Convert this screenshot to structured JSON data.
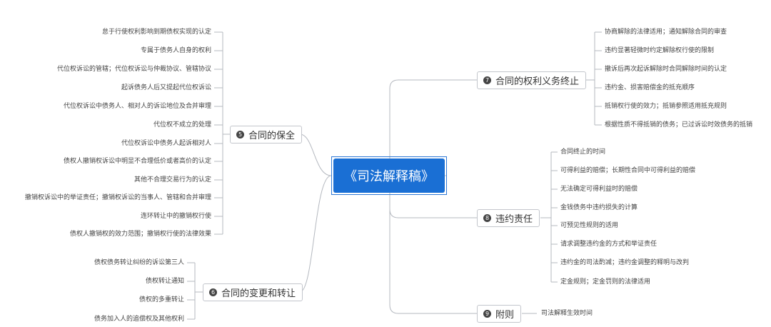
{
  "central_topic": "《司法解释稿》",
  "branches": {
    "preservation": {
      "number": "5",
      "label": "合同的保全",
      "items": [
        "怠于行使权利影响到期债权实现的认定",
        "专属于债务人自身的权利",
        "代位权诉讼的管辖；代位权诉讼与仲裁协议、管辖协议",
        "起诉债务人后又提起代位权诉讼",
        "代位权诉讼中债务人、相对人的诉讼地位及合并审理",
        "代位权不成立的处理",
        "代位权诉讼中债务人起诉相对人",
        "债权人撤销权诉讼中明显不合理低价或者高价的认定",
        "其他不合理交易行为的认定",
        "撤销权诉讼中的举证责任；撤销权诉讼的当事人、管辖和合并审理",
        "连环转让中的撤销权行使",
        "债权人撤销权的效力范围；撤销权行使的法律效果"
      ]
    },
    "change_transfer": {
      "number": "6",
      "label": "合同的变更和转让",
      "items": [
        "债权债务转让纠纷的诉讼第三人",
        "债权转让通知",
        "债权的多重转让",
        "债务加入人的追偿权及其他权利"
      ]
    },
    "termination": {
      "number": "7",
      "label": "合同的权利义务终止",
      "items": [
        "协商解除的法律适用；通知解除合同的审查",
        "违约显著轻微时约定解除权行使的限制",
        "撤诉后再次起诉解除时合同解除时间的认定",
        "违约金、损害赔偿金的抵充顺序",
        "抵销权行使的效力；抵销参照适用抵充规则",
        "根据性质不得抵销的债务；已过诉讼时效债务的抵销"
      ]
    },
    "liability": {
      "number": "8",
      "label": "违约责任",
      "items": [
        "合同终止的时间",
        "可得利益的赔偿；长期性合同中可得利益的赔偿",
        "无法确定可得利益时的赔偿",
        "金钱债务中违约损失的计算",
        "可预见性规则的适用",
        "请求调整违约金的方式和举证责任",
        "违约金的司法酌减；违约金调整的释明与改判",
        "定金规则；定金罚则的法律适用"
      ]
    },
    "appendix": {
      "number": "9",
      "label": "附则",
      "items": [
        "司法解释生效时间"
      ]
    }
  }
}
